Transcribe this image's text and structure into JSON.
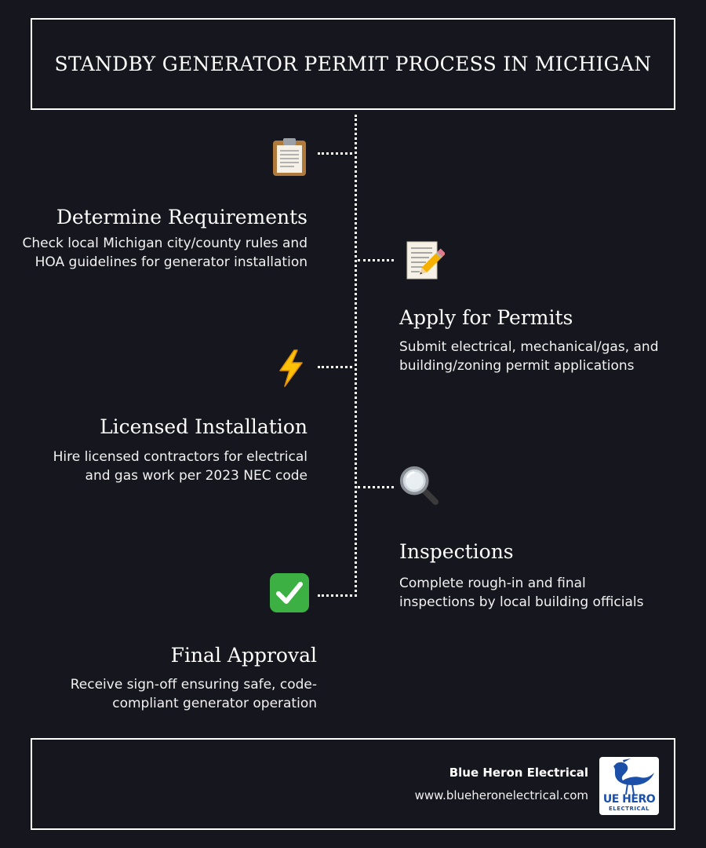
{
  "title": "STANDBY GENERATOR PERMIT PROCESS IN MICHIGAN",
  "steps": [
    {
      "title": "Determine Requirements",
      "description_lines": [
        "Check local Michigan city/county rules and",
        "HOA guidelines for generator installation"
      ],
      "icon": "clipboard-icon",
      "side": "left"
    },
    {
      "title": "Apply for Permits",
      "description_lines": [
        "Submit electrical, mechanical/gas, and",
        "building/zoning permit applications"
      ],
      "icon": "memo-icon",
      "side": "right"
    },
    {
      "title": "Licensed Installation",
      "description_lines": [
        "Hire licensed contractors for electrical",
        "and gas work per 2023 NEC code"
      ],
      "icon": "lightning-icon",
      "side": "left"
    },
    {
      "title": "Inspections",
      "description_lines": [
        "Complete rough-in and final",
        "inspections by local building officials"
      ],
      "icon": "magnifying-glass-icon",
      "side": "right"
    },
    {
      "title": "Final Approval",
      "description_lines": [
        "Receive sign-off ensuring safe, code-",
        "compliant generator operation"
      ],
      "icon": "check-mark-icon",
      "side": "left"
    }
  ],
  "footer": {
    "company": "Blue Heron Electrical",
    "website": "www.blueheronelectrical.com",
    "logo_text": "UE HERO",
    "logo_subtext": "ELECTRICAL"
  },
  "colors": {
    "background": "#16161e",
    "text": "#ffffff",
    "logo_blue": "#1b4fa8",
    "check_green": "#3cb043",
    "lightning_yellow": "#ffc107"
  }
}
